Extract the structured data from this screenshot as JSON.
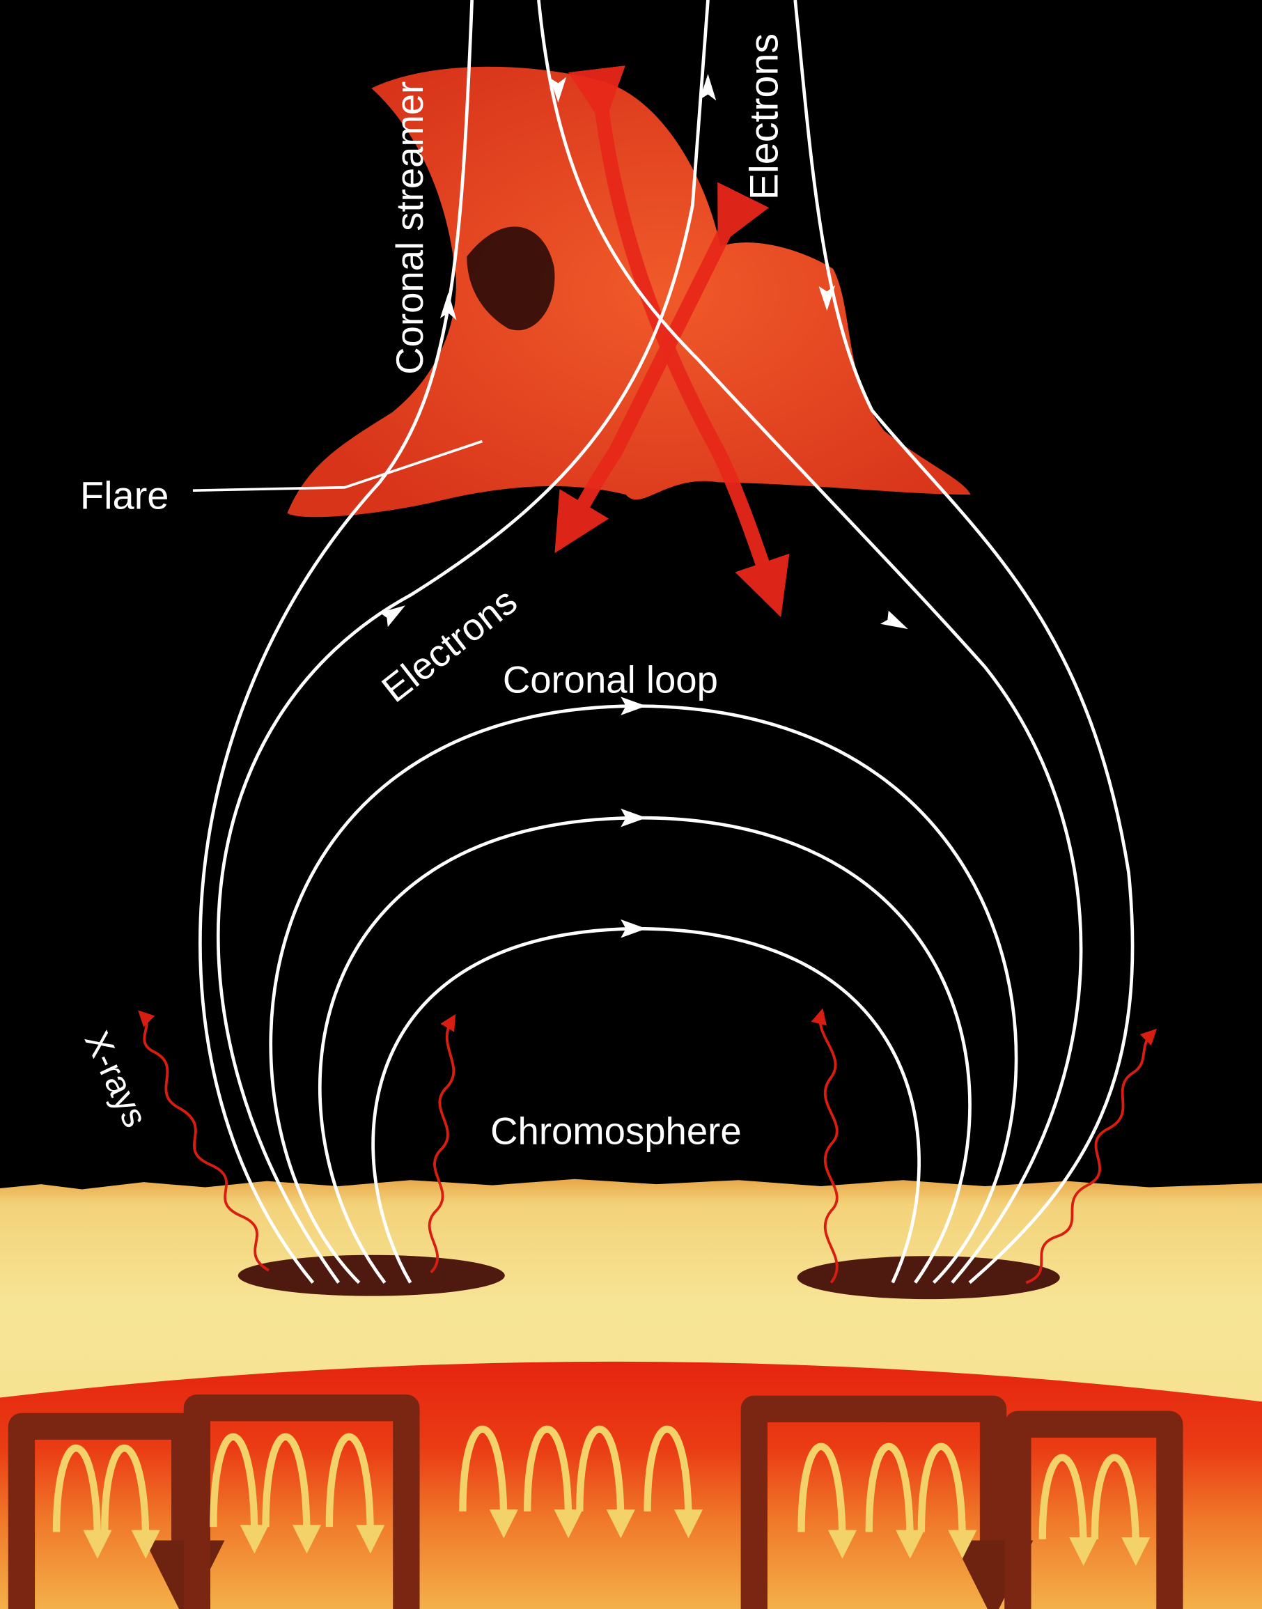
{
  "labels": {
    "coronal_streamer": "Coronal streamer",
    "electrons_top": "Electrons",
    "flare": "Flare",
    "electrons_mid": "Electrons",
    "coronal_loop": "Coronal loop",
    "chromosphere": "Chromosphere",
    "xrays": "X-rays"
  },
  "colors": {
    "background": "#000000",
    "flare": "#e2401c",
    "field_line": "#ffffff",
    "chromosphere": "#f6e08c",
    "convection_layer": "#e62a12",
    "convection_cell": "#7a2612",
    "convection_flow": "#f4d26a",
    "xray": "#d81e10"
  }
}
